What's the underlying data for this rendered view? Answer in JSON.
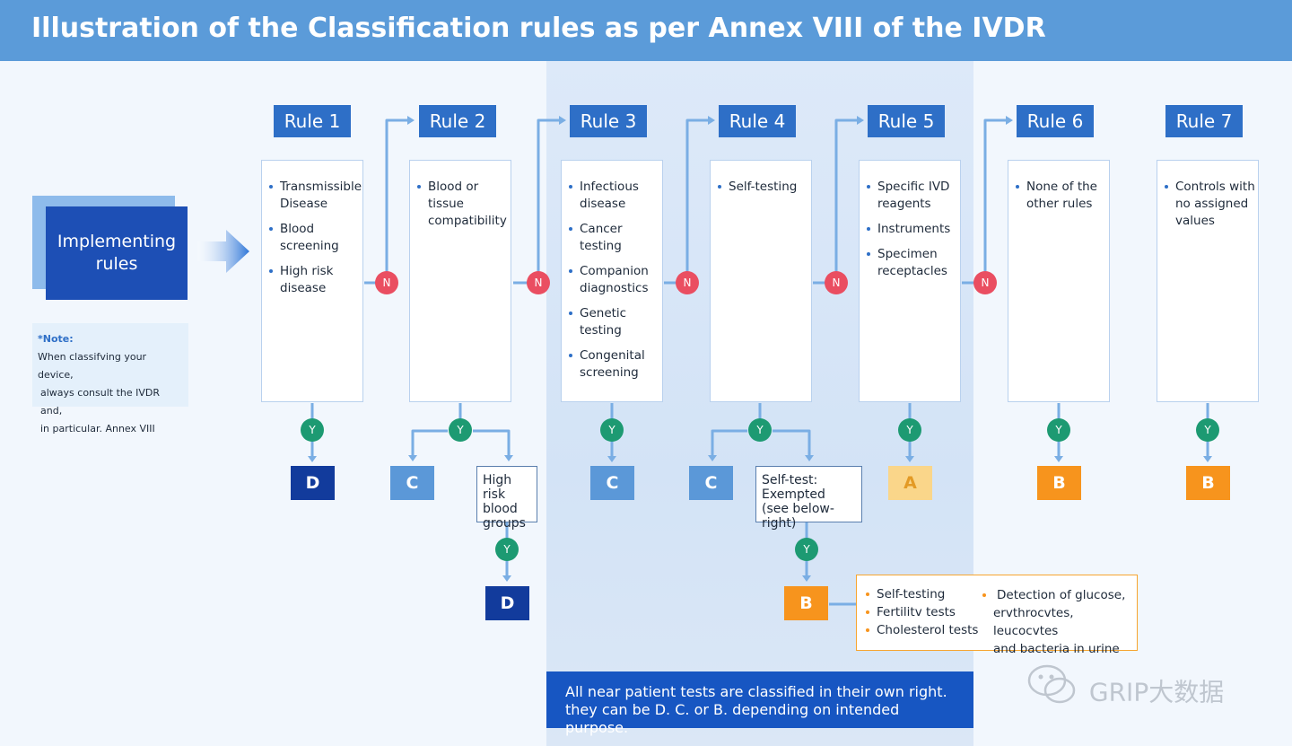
{
  "title": "Illustration of the Classification rules as per Annex VIII of the IVDR",
  "implementing": "Implementing rules",
  "note": {
    "label": "*Note:",
    "lines": [
      "When classifving your device,",
      "always consult the IVDR and,",
      "in particular. Annex VIII"
    ]
  },
  "node_labels": {
    "no": "N",
    "yes": "Y"
  },
  "rules": [
    {
      "label": "Rule 1",
      "items": [
        "Transmissible Disease",
        "Blood screening",
        "High risk disease"
      ]
    },
    {
      "label": "Rule 2",
      "items": [
        "Blood or tissue compatibility"
      ]
    },
    {
      "label": "Rule 3",
      "items": [
        "Infectious disease",
        "Cancer testing",
        "Companion diagnostics",
        "Genetic testing",
        "Congenital screening"
      ]
    },
    {
      "label": "Rule 4",
      "items": [
        "Self-testing"
      ]
    },
    {
      "label": "Rule 5",
      "items": [
        "Specific IVD reagents",
        "Instruments",
        "Specimen receptacles"
      ]
    },
    {
      "label": "Rule 6",
      "items": [
        "None of the other rules"
      ]
    },
    {
      "label": "Rule 7",
      "items": [
        "Controls with no assigned values"
      ]
    }
  ],
  "classes": {
    "r1": "D",
    "r2_left": "C",
    "r2_sub": "D",
    "r3": "C",
    "r4_left": "C",
    "r4_sub": "B",
    "r5": "A",
    "r6": "B",
    "r7": "B"
  },
  "r2_textbox": "High risk blood groups",
  "r4_textbox": [
    "Self-test:",
    "Exempted",
    "(see below-right)"
  ],
  "selftest_list": {
    "left": [
      "Self-testing",
      "Fertilitv tests",
      "Cholesterol tests"
    ],
    "right": [
      "Detection of glucose,",
      "ervthrocvtes, leucocvtes",
      "and bacteria in urine"
    ]
  },
  "bottom_note": [
    "All near patient tests are classified in their own right.",
    "they can be D. C. or B. depending on intended purpose."
  ],
  "watermark": "GRIP大数据",
  "colors": {
    "header": "#5b9bd9",
    "rule_label": "#2e6fc7",
    "node_no": "#ea4e61",
    "node_yes": "#1d9a72",
    "class_D": "#123b9c",
    "class_C": "#5b98d8",
    "class_B": "#f7941d",
    "class_A": "#fad68a",
    "connector": "#7aaee4"
  }
}
